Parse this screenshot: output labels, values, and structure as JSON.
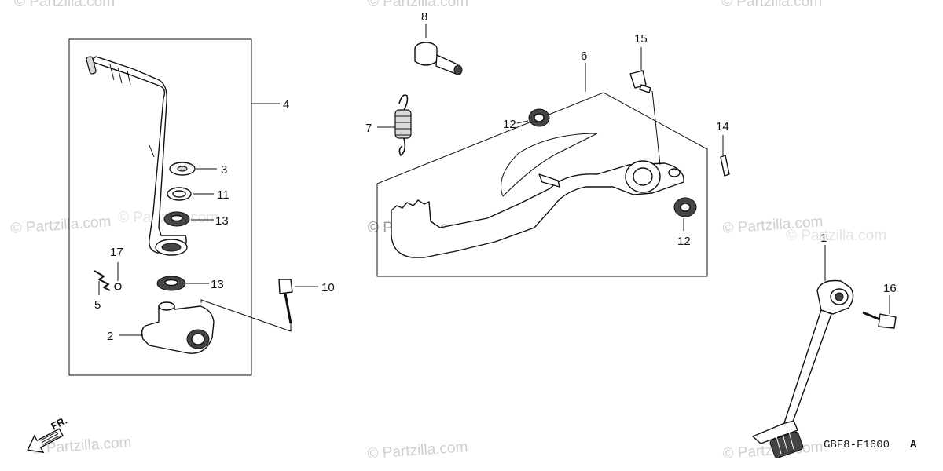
{
  "watermarks": [
    "© Partzilla.com",
    "© Partzilla.com",
    "© Partzilla.com",
    "© Partzilla.com",
    "© Partzilla.com",
    "© Partzilla.com",
    "© Partzilla.com",
    "© Partzilla.com",
    "© Partzilla.com",
    "© Partzilla.com",
    "© Partzilla.com"
  ],
  "callouts": {
    "c1": "1",
    "c2": "2",
    "c3": "3",
    "c4": "4",
    "c5": "5",
    "c6": "6",
    "c7": "7",
    "c8": "8",
    "c10": "10",
    "c11": "11",
    "c12a": "12",
    "c12b": "12",
    "c13a": "13",
    "c13b": "13",
    "c14": "14",
    "c15": "15",
    "c16": "16",
    "c17": "17"
  },
  "front_marker": "FR.",
  "diagram_code": "GBF8-F1600",
  "diagram_code_suffix": "A",
  "parts": {
    "kick_arm": "kick-starter-arm",
    "kick_boss": "kick-starter-boss",
    "brake_pedal": "brake-pedal",
    "gearshift_pedal": "gearshift-pedal"
  }
}
